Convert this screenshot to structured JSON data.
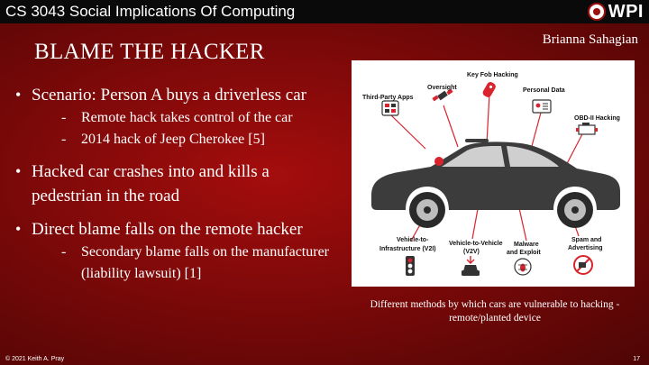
{
  "header": {
    "course": "CS 3043 Social Implications Of Computing",
    "logo_text": "WPI"
  },
  "author": "Brianna Sahagian",
  "title": "BLAME THE HACKER",
  "bullets": [
    {
      "text": "Scenario: Person A buys a driverless car",
      "subs": [
        "Remote hack takes control of the car",
        "2014 hack of Jeep Cherokee [5]"
      ]
    },
    {
      "text": "Hacked car crashes into and kills a pedestrian in the road",
      "subs": []
    },
    {
      "text": "Direct blame falls on the remote hacker",
      "subs": [
        "Secondary blame falls on the manufacturer (liability lawsuit) [1]"
      ]
    }
  ],
  "figure": {
    "labels": {
      "key_fob": "Key Fob Hacking",
      "oversight": "Oversight",
      "third_party": "Third-Party Apps",
      "personal_data": "Personal Data",
      "obd": "OBD-II Hacking",
      "v2i_line1": "Vehicle-to-",
      "v2i_line2": "Infrastructure (V2I)",
      "v2v_line1": "Vehicle-to-Vehicle",
      "v2v_line2": "(V2V)",
      "malware_line1": "Malware",
      "malware_line2": "and Exploit",
      "spam_line1": "Spam and",
      "spam_line2": "Advertising"
    },
    "caption": "Different methods by which cars are vulnerable to hacking - remote/planted device",
    "accent_color": "#d9232d"
  },
  "footer": {
    "copyright": "© 2021 Keith A. Pray",
    "page": "17"
  }
}
